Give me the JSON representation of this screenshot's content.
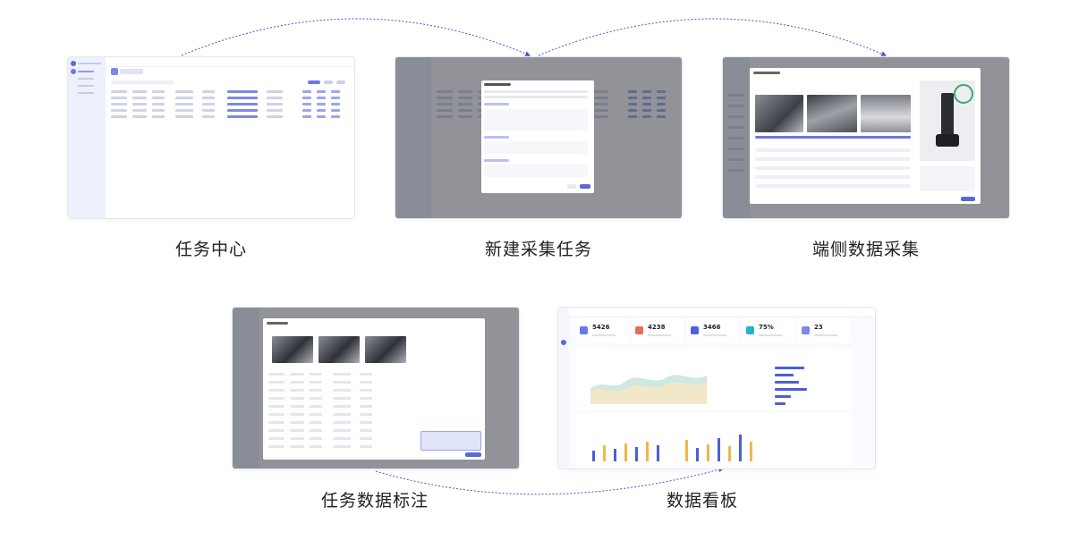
{
  "steps": [
    {
      "caption": "任务中心"
    },
    {
      "caption": "新建采集任务"
    },
    {
      "caption": "端侧数据采集"
    },
    {
      "caption": "任务数据标注"
    },
    {
      "caption": "数据看板"
    }
  ],
  "dashboard": {
    "stats": [
      {
        "value": "5426"
      },
      {
        "value": "4238"
      },
      {
        "value": "3466"
      },
      {
        "value": "75%"
      },
      {
        "value": "23"
      }
    ]
  },
  "colors": {
    "accent": "#5a6ad6",
    "flow_line": "#4a56c8",
    "overlay": "#3a3d46"
  }
}
